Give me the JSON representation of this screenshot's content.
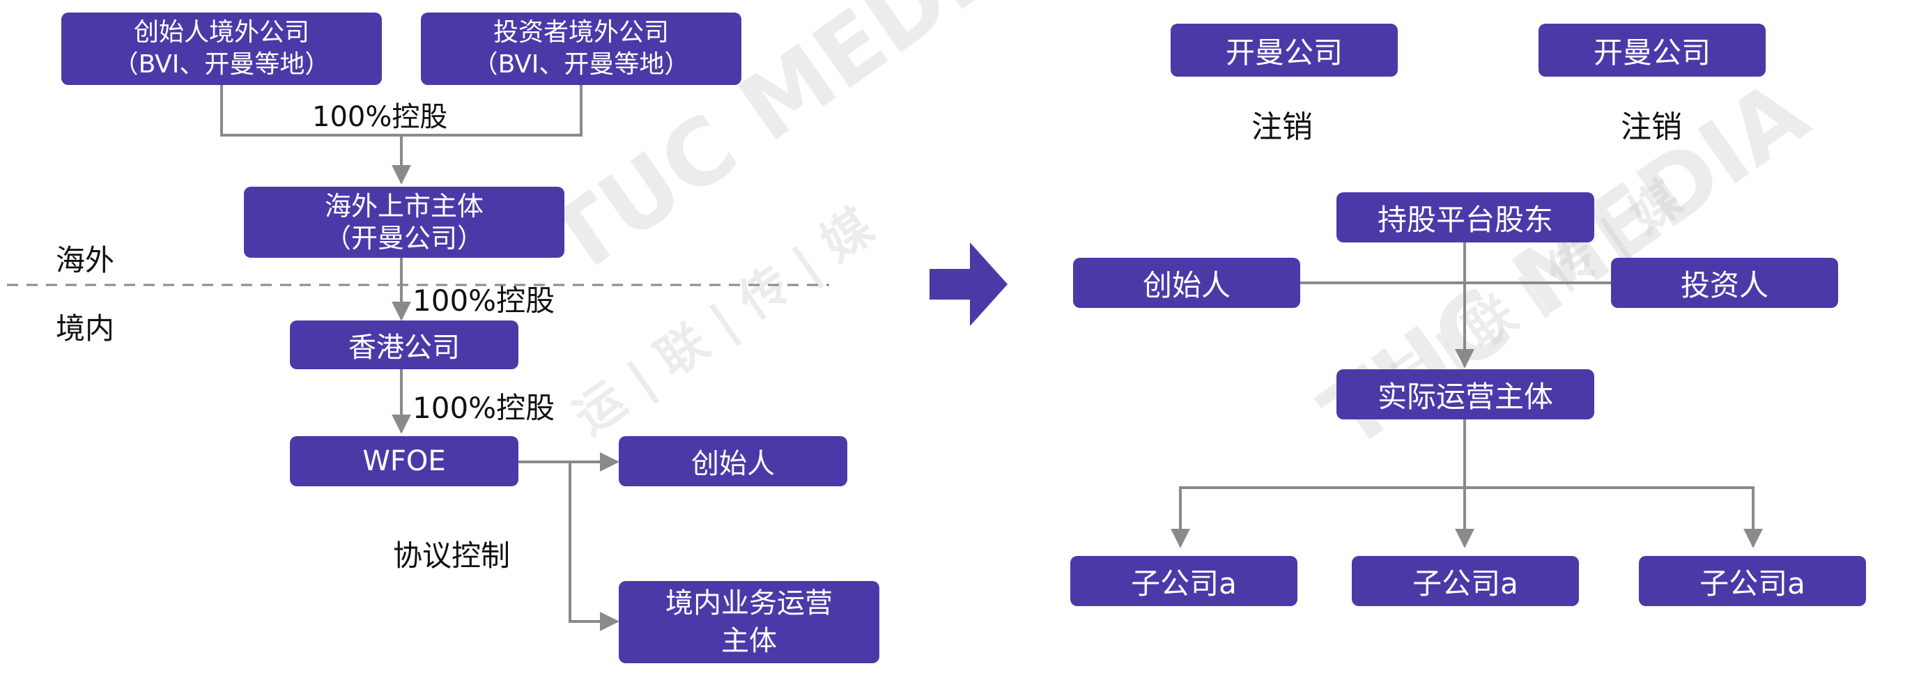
{
  "colors": {
    "box_fill": "#4a3aa8",
    "box_text": "#ffffff",
    "connector": "#8a8a8a",
    "arrow_fill": "#4a3aa8"
  },
  "left": {
    "founder_offshore": {
      "line1": "创始人境外公司",
      "line2": "（BVI、开曼等地）"
    },
    "investor_offshore": {
      "line1": "投资者境外公司",
      "line2": "（BVI、开曼等地）"
    },
    "holding_100_a": "100%控股",
    "listing_entity": {
      "line1": "海外上市主体",
      "line2": "（开曼公司）"
    },
    "overseas_label": "海外",
    "domestic_label": "境内",
    "holding_100_b": "100%控股",
    "hk_company": "香港公司",
    "holding_100_c": "100%控股",
    "wfoe": "WFOE",
    "founder": "创始人",
    "agreement_control": "协议控制",
    "domestic_operating": {
      "line1": "境内业务运营",
      "line2": "主体"
    }
  },
  "right": {
    "cayman_1": "开曼公司",
    "cayman_2": "开曼公司",
    "deregister_1": "注销",
    "deregister_2": "注销",
    "shareholding_platform": "持股平台股东",
    "founder": "创始人",
    "investor": "投资人",
    "operating_entity": "实际运营主体",
    "subsidiaries": [
      "子公司a",
      "子公司a",
      "子公司a"
    ]
  },
  "watermark": {
    "brand": "TUC MEDIA",
    "chinese": "运 | 联 | 传 | 媒"
  }
}
